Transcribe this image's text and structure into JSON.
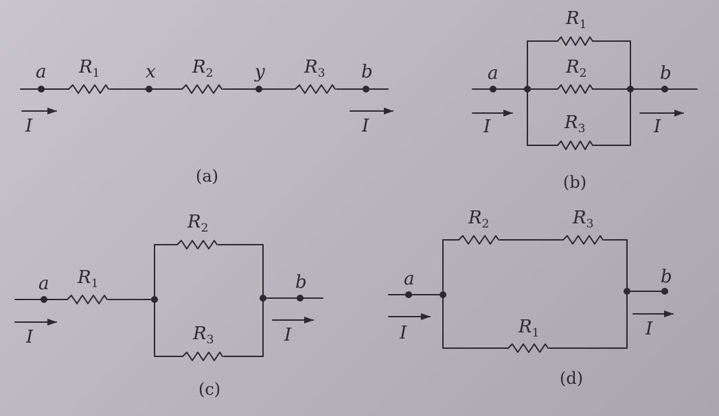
{
  "labels": {
    "node_a": "a",
    "node_b": "b",
    "node_x": "x",
    "node_y": "y",
    "resistor_symbol": "R",
    "current": "I",
    "sub_1": "1",
    "sub_2": "2",
    "sub_3": "3"
  },
  "captions": {
    "a": "(a)",
    "b": "(b)",
    "c": "(c)",
    "d": "(d)"
  }
}
